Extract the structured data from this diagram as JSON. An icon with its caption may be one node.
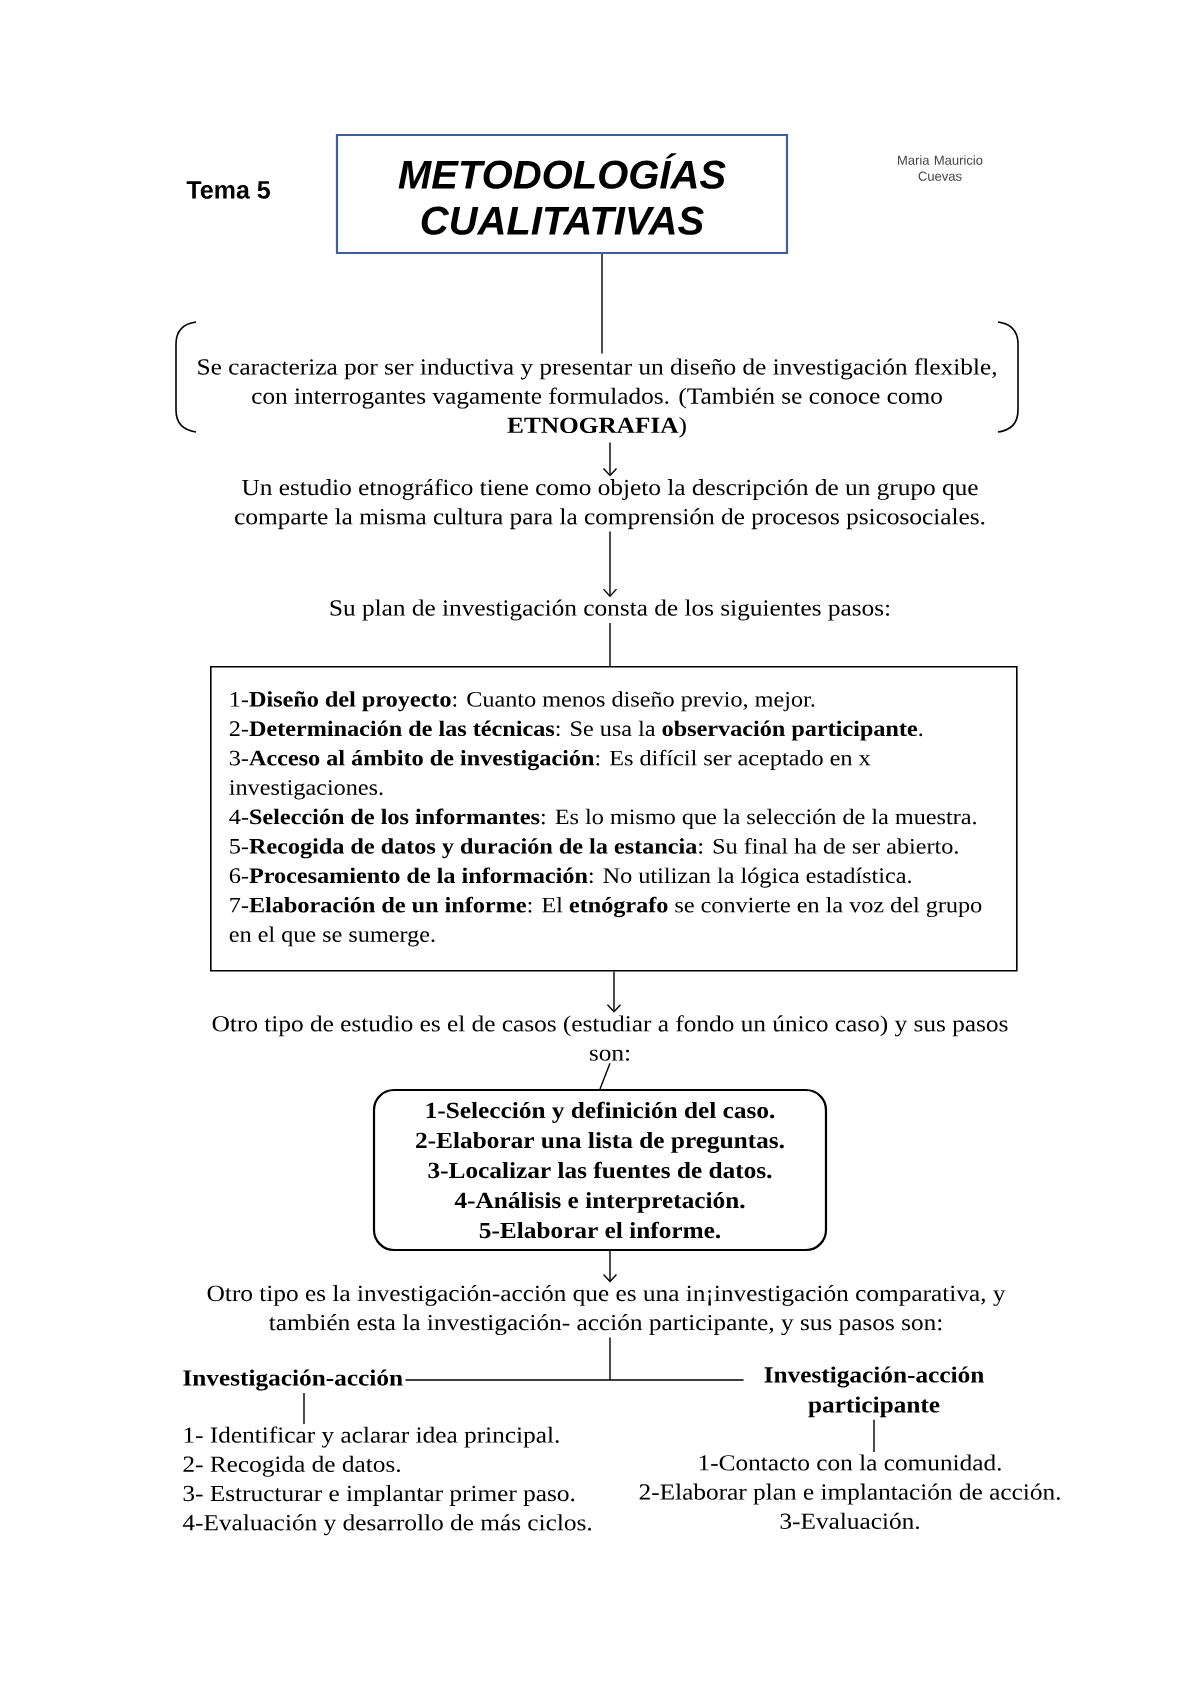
{
  "diagram": {
    "nodes": [
      {
        "text": [
          "METODOLOGÍAS CUALITATIVAS"
        ]
      },
      {
        "text": [
          "Se caracteriza por ser inductiva y presentar un diseño de investigación flexible, con interrogantes vagamente formulados. (También se conoce como **ETNOGRAFIA**)"
        ]
      },
      {
        "text": [
          "Un estudio etnográfico tiene como objeto la descripción de un grupo que comparte la misma cultura para la comprensión de procesos psicosociales."
        ]
      },
      {
        "text": [
          "Su plan de investigación consta de los siguientes pasos:"
        ]
      },
      {
        "text": [
          "1-**Diseño del proyecto**: Cuanto menos diseño previo, mejor.",
          "2-**Determinación de las técnicas**: Se usa la **observación participante**.",
          "3-**Acceso al ámbito de investigación**: Es difícil ser aceptado en x investigaciones.",
          "4-**Selección de los informantes**: Es lo mismo que la selección de la muestra.",
          "5-**Recogida de datos y duración de la estancia**: Su final ha de ser abierto.",
          "6-**Procesamiento de la información**: No utilizan la lógica estadística.",
          "7-**Elaboración de un informe**: El **etnógrafo** se convierte en la voz del grupo en el que se sumerge."
        ]
      },
      {
        "text": [
          "Otro tipo de estudio es el de casos (estudiar a fondo un único caso) y sus pasos son:"
        ]
      },
      {
        "text": [
          "1-Selección y definición del caso.",
          "2-Elaborar una lista de preguntas.",
          "3-Localizar las fuentes de datos.",
          "4-Análisis e interpretación.",
          "5-Elaborar el informe."
        ]
      },
      {
        "text": [
          "Otro tipo es la investigación-acción que es una in¡investigación comparativa, y también esta la investigación- acción participante, y sus pasos son:"
        ]
      },
      {
        "text": [
          "Investigación-acción"
        ]
      },
      {
        "text": [
          "Investigación-acción participante"
        ]
      },
      {
        "text": [
          "1- Identificar y aclarar idea principal.",
          "2- Recogida de datos.",
          "3- Estructurar e implantar primer paso.",
          "4-Evaluación y desarrollo de más ciclos."
        ]
      },
      {
        "text": [
          "1-Contacto con la comunidad.",
          "2-Elaborar plan e implantación de acción.",
          "3-Evaluación."
        ]
      }
    ],
    "edges": [
      {
        "from": 0,
        "to": 1,
        "arrow": "none"
      },
      {
        "from": 1,
        "to": 2,
        "arrow": "to"
      },
      {
        "from": 2,
        "to": 3,
        "arrow": "to"
      },
      {
        "from": 3,
        "to": 4,
        "arrow": "none"
      },
      {
        "from": 4,
        "to": 5,
        "arrow": "to"
      },
      {
        "from": 5,
        "to": 6,
        "arrow": "none"
      },
      {
        "from": 6,
        "to": 7,
        "arrow": "to"
      },
      {
        "from": 7,
        "to": 8,
        "arrow": "none"
      },
      {
        "from": 7,
        "to": 9,
        "arrow": "none"
      },
      {
        "from": 8,
        "to": 10,
        "arrow": "none"
      },
      {
        "from": 9,
        "to": 11,
        "arrow": "none"
      }
    ],
    "labels": [
      "Tema 5",
      "Maria Mauricio Cuevas"
    ]
  }
}
